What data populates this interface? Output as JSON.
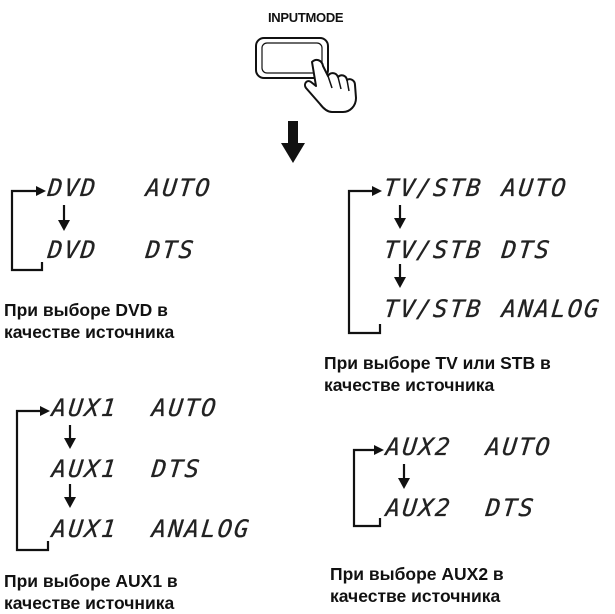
{
  "button": {
    "label": "INPUTMODE"
  },
  "groups": [
    {
      "id": "dvd",
      "rows": [
        {
          "source": "DVD",
          "mode": "AUTO"
        },
        {
          "source": "DVD",
          "mode": "DTS"
        }
      ],
      "caption": [
        "При выборе DVD в",
        "качестве источника"
      ]
    },
    {
      "id": "tvstb",
      "rows": [
        {
          "source": "TV/STB",
          "mode": "AUTO"
        },
        {
          "source": "TV/STB",
          "mode": "DTS"
        },
        {
          "source": "TV/STB",
          "mode": "ANALOG"
        }
      ],
      "caption": [
        "При выборе TV или STB в",
        "качестве источника"
      ]
    },
    {
      "id": "aux1",
      "rows": [
        {
          "source": "AUX1",
          "mode": "AUTO"
        },
        {
          "source": "AUX1",
          "mode": "DTS"
        },
        {
          "source": "AUX1",
          "mode": "ANALOG"
        }
      ],
      "caption": [
        "При выборе AUX1 в",
        "качестве источника"
      ]
    },
    {
      "id": "aux2",
      "rows": [
        {
          "source": "AUX2",
          "mode": "AUTO"
        },
        {
          "source": "AUX2",
          "mode": "DTS"
        }
      ],
      "caption": [
        "При выборе AUX2 в",
        "качестве источника"
      ]
    }
  ]
}
